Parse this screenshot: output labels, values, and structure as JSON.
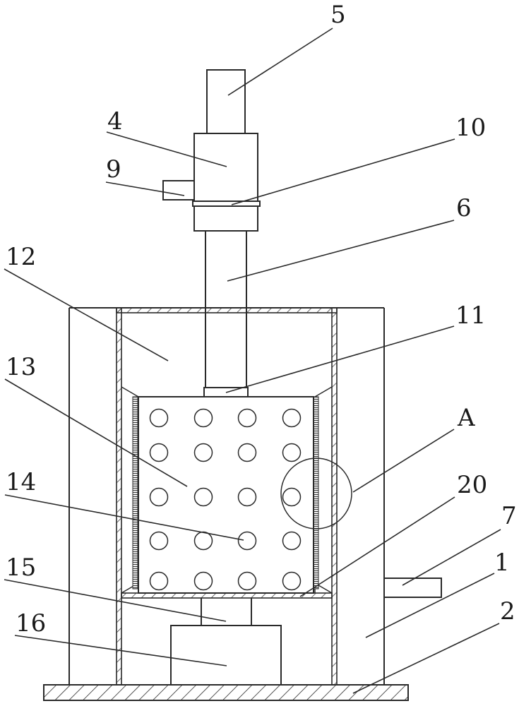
{
  "figure": {
    "type": "patent-cross-section",
    "line_color": "#2a2a2a",
    "background": "#ffffff"
  },
  "labels": [
    {
      "id": "5",
      "text": "5"
    },
    {
      "id": "4",
      "text": "4"
    },
    {
      "id": "10",
      "text": "10"
    },
    {
      "id": "9",
      "text": "9"
    },
    {
      "id": "6",
      "text": "6"
    },
    {
      "id": "12",
      "text": "12"
    },
    {
      "id": "11",
      "text": "11"
    },
    {
      "id": "13",
      "text": "13"
    },
    {
      "id": "A",
      "text": "A"
    },
    {
      "id": "14",
      "text": "14"
    },
    {
      "id": "20",
      "text": "20"
    },
    {
      "id": "7",
      "text": "7"
    },
    {
      "id": "15",
      "text": "15"
    },
    {
      "id": "1",
      "text": "1"
    },
    {
      "id": "16",
      "text": "16"
    },
    {
      "id": "2",
      "text": "2"
    }
  ],
  "perforation_grid": {
    "rows": 5,
    "cols": 4
  },
  "detail_callout": "A"
}
